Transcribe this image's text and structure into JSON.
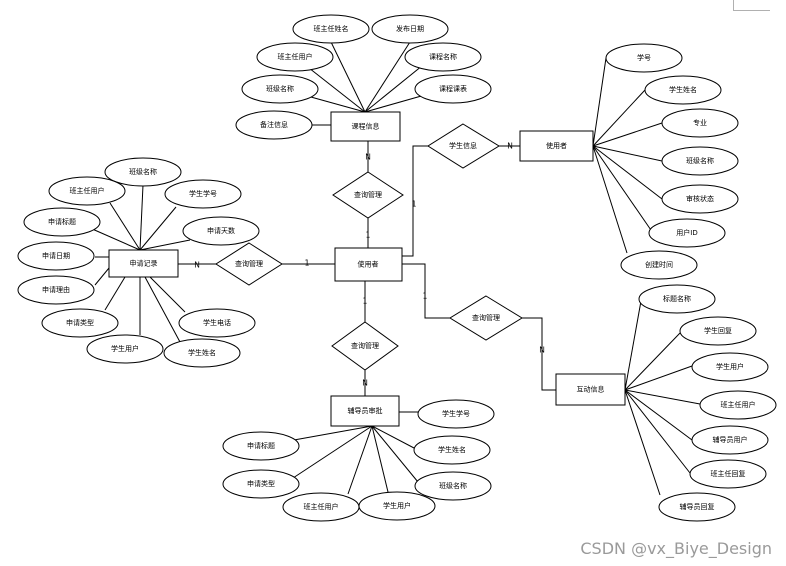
{
  "entities": {
    "user": "使用者",
    "course": "课程信息",
    "student": "使用者",
    "application": "申请记录",
    "review": "辅导员审批",
    "interaction": "互动信息"
  },
  "relations": {
    "top": "查询管理",
    "left": "查询管理",
    "bottom": "查询管理",
    "right_top": "学生信息",
    "right_bottom": "查询管理"
  },
  "cardinalities": {
    "top_one": "1",
    "top_n": "N",
    "left_one": "1",
    "left_n": "N",
    "bottom_one": "1",
    "bottom_n": "N",
    "right_top_one": "1",
    "right_top_n": "N",
    "right_bottom_one": "1",
    "right_bottom_n": "N"
  },
  "course_attrs": [
    "班主任姓名",
    "发布日期",
    "班主任用户",
    "课程名称",
    "班级名称",
    "课程课表",
    "备注信息"
  ],
  "student_attrs": [
    "学号",
    "学生姓名",
    "专业",
    "班级名称",
    "审核状态",
    "用户ID",
    "创建时间"
  ],
  "application_attrs": [
    "班级名称",
    "班主任用户",
    "学生学号",
    "申请标题",
    "申请天数",
    "申请日期",
    "申请理由",
    "申请类型",
    "学生电话",
    "学生用户",
    "学生姓名"
  ],
  "review_attrs": [
    "学生学号",
    "申请标题",
    "学生姓名",
    "申请类型",
    "班级名称",
    "班主任用户",
    "学生用户"
  ],
  "interaction_attrs": [
    "标题名称",
    "学生回复",
    "学生用户",
    "班主任用户",
    "辅导员用户",
    "班主任回复",
    "辅导员回复"
  ],
  "watermark": "CSDN @vx_Biye_Design"
}
